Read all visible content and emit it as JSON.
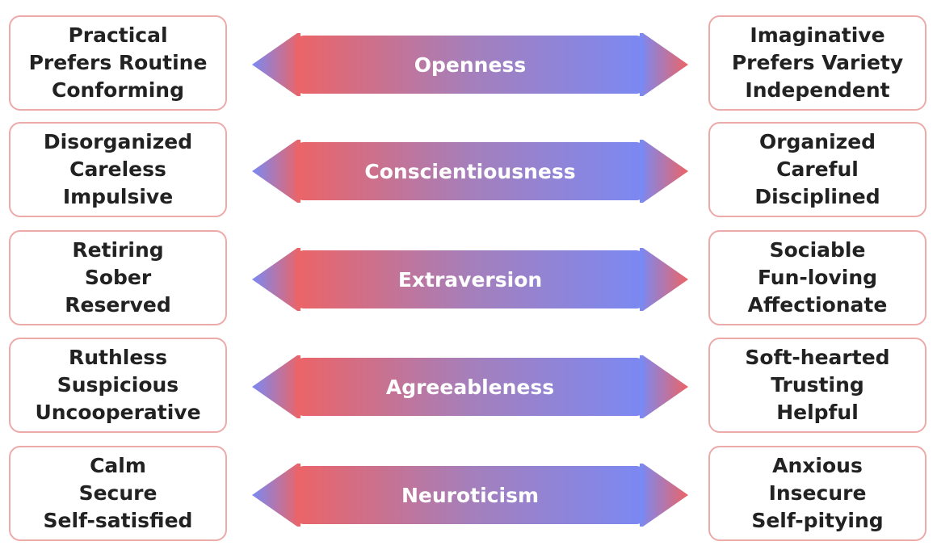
{
  "colors": {
    "box_border": "#ecaaa9",
    "gradient_left": "#ec6466",
    "gradient_mid": "#a57fbb",
    "gradient_right": "#7a89f3",
    "label_text": "#ffffff",
    "trait_text": "#222222"
  },
  "dimensions": [
    {
      "name": "Openness",
      "low": [
        "Practical",
        "Prefers Routine",
        "Conforming"
      ],
      "high": [
        "Imaginative",
        "Prefers Variety",
        "Independent"
      ]
    },
    {
      "name": "Conscientiousness",
      "low": [
        "Disorganized",
        "Careless",
        "Impulsive"
      ],
      "high": [
        "Organized",
        "Careful",
        "Disciplined"
      ]
    },
    {
      "name": "Extraversion",
      "low": [
        "Retiring",
        "Sober",
        "Reserved"
      ],
      "high": [
        "Sociable",
        "Fun-loving",
        "Affectionate"
      ]
    },
    {
      "name": "Agreeableness",
      "low": [
        "Ruthless",
        "Suspicious",
        "Uncooperative"
      ],
      "high": [
        "Soft-hearted",
        "Trusting",
        "Helpful"
      ]
    },
    {
      "name": "Neuroticism",
      "low": [
        "Calm",
        "Secure",
        "Self-satisfied"
      ],
      "high": [
        "Anxious",
        "Insecure",
        "Self-pitying"
      ]
    }
  ]
}
